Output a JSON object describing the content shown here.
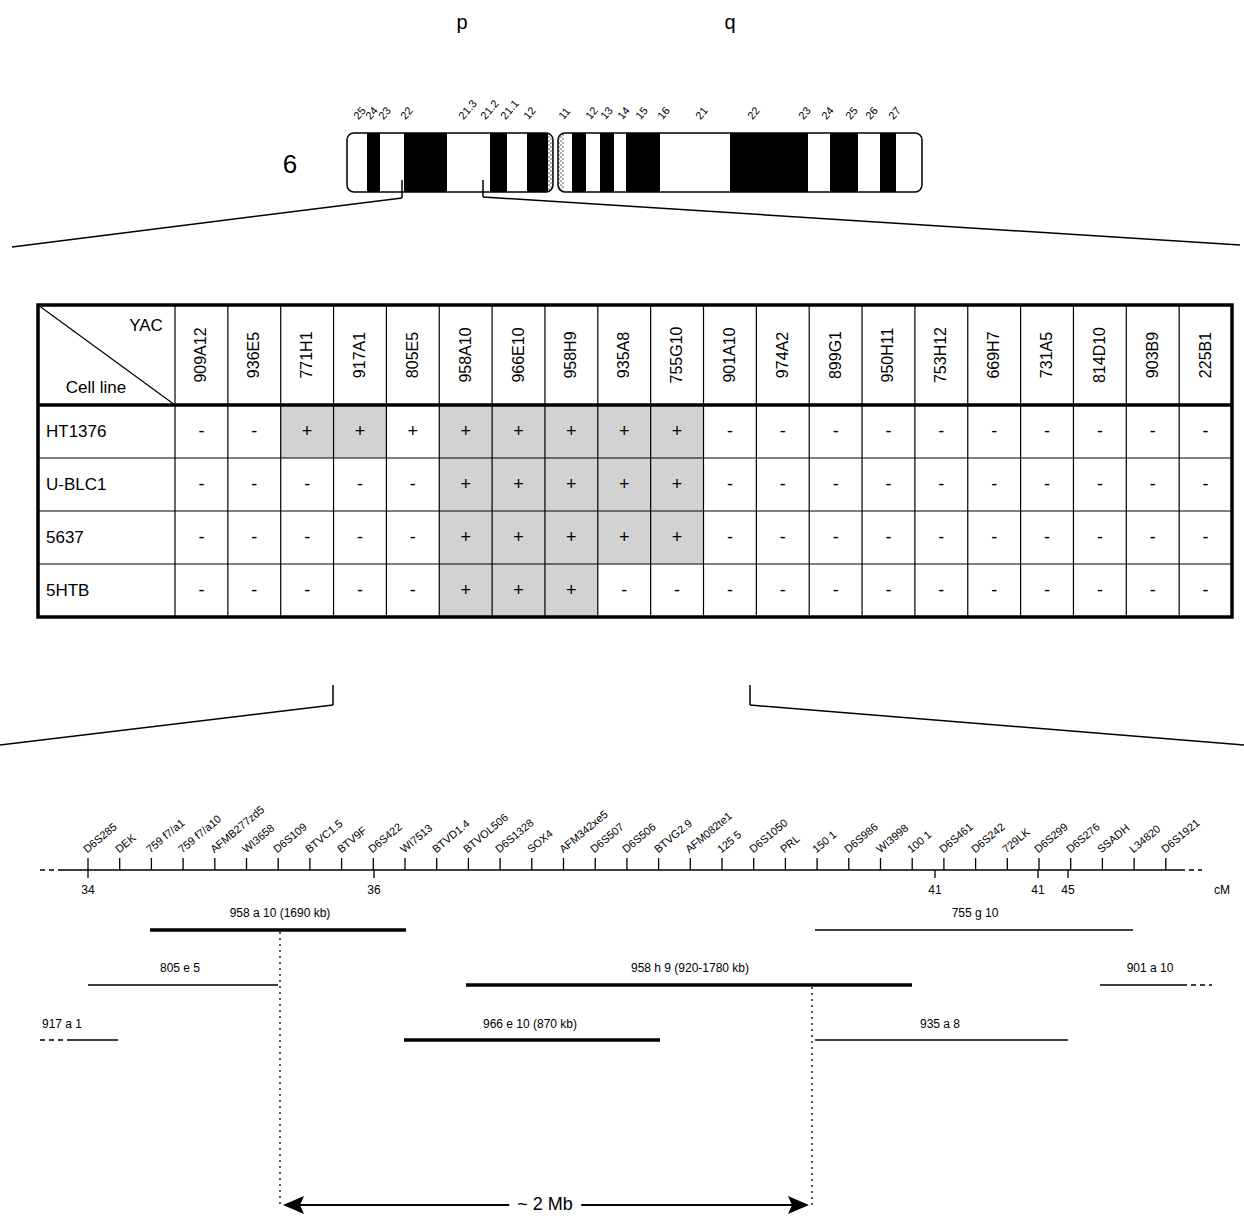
{
  "diagram": {
    "labels": [
      "p",
      "q",
      "25",
      "24",
      "23",
      "22",
      "21.3",
      "21.2",
      "21.1",
      "12",
      "11",
      "12",
      "13",
      "14",
      "15",
      "16",
      "21",
      "22",
      "23",
      "24",
      "25",
      "26",
      "27",
      "6",
      "YAC",
      "Cell line",
      "909A12",
      "936E5",
      "771H1",
      "917A1",
      "805E5",
      "958A10",
      "966E10",
      "958H9",
      "935A8",
      "755G10",
      "901A10",
      "974A2",
      "899G1",
      "950H11",
      "753H12",
      "669H7",
      "731A5",
      "814D10",
      "903B9",
      "225B1",
      "HT1376",
      "-",
      "-",
      "+",
      "+",
      "+",
      "+",
      "+",
      "+",
      "+",
      "+",
      "-",
      "-",
      "-",
      "-",
      "-",
      "-",
      "-",
      "-",
      "-",
      "-",
      "U-BLC1",
      "-",
      "-",
      "-",
      "-",
      "-",
      "+",
      "+",
      "+",
      "+",
      "+",
      "-",
      "-",
      "-",
      "-",
      "-",
      "-",
      "-",
      "-",
      "-",
      "-",
      "5637",
      "-",
      "-",
      "-",
      "-",
      "-",
      "+",
      "+",
      "+",
      "+",
      "+",
      "-",
      "-",
      "-",
      "-",
      "-",
      "-",
      "-",
      "-",
      "-",
      "-",
      "5HTB",
      "-",
      "-",
      "-",
      "-",
      "-",
      "+",
      "+",
      "+",
      "-",
      "-",
      "-",
      "-",
      "-",
      "-",
      "-",
      "-",
      "-",
      "-",
      "-",
      "-",
      "D6S285",
      "DEK",
      "759 f7/a1",
      "759 f7/a10",
      "AFMB277zd5",
      "WI3658",
      "D6S109",
      "BTVC1.5",
      "BTV9F",
      "D6S422",
      "WI7513",
      "BTVD1.4",
      "BTVOL506",
      "D6S1328",
      "SOX4",
      "AFM342xe5",
      "D6S507",
      "D6S506",
      "BTVG2.9",
      "AFM082te1",
      "125 5",
      "D6S1050",
      "PRL",
      "150 1",
      "D6S986",
      "WI3998",
      "100 1",
      "D6S461",
      "D6S242",
      "729LK",
      "D6S299",
      "D6S276",
      "SSADH",
      "L34820",
      "D6S1921",
      "34",
      "36",
      "41",
      "41",
      "45",
      "cM",
      "958 a 10 (1690 kb)",
      "805 e 5",
      "917 a 1",
      "958 h 9 (920-1780 kb)",
      "966 e 10 (870 kb)",
      "755 g 10",
      "935 a 8",
      "901 a 10",
      "~ 2 Mb"
    ]
  }
}
